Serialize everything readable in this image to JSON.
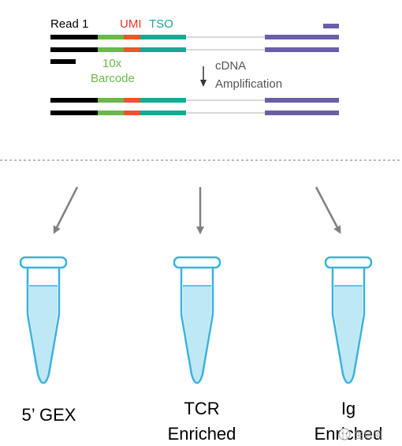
{
  "labels": {
    "read1": "Read 1",
    "umi": "UMI",
    "tso": "TSO",
    "barcode_line1": "10x",
    "barcode_line2": "Barcode",
    "amp_line1": "cDNA",
    "amp_line2": "Amplification"
  },
  "tubes": [
    {
      "label_lines": [
        "5’ GEX"
      ]
    },
    {
      "label_lines": [
        "TCR",
        "Enriched"
      ]
    },
    {
      "label_lines": [
        "Ig",
        "Enriched"
      ]
    }
  ],
  "watermark": "生信阿",
  "colors": {
    "read1": "#000000",
    "barcode": "#6ab84a",
    "umi": "#e8572a",
    "tso": "#19a894",
    "poly": "#6b5ea8",
    "linker": "#d9d9d9",
    "arrow": "#808080",
    "tube_fill": "#bfe8f5",
    "tube_stroke": "#3ab2dd",
    "umi_text": "#e8342a",
    "tso_text": "#19a894",
    "barcode_text": "#6ab84a",
    "amp_text": "#555555"
  }
}
